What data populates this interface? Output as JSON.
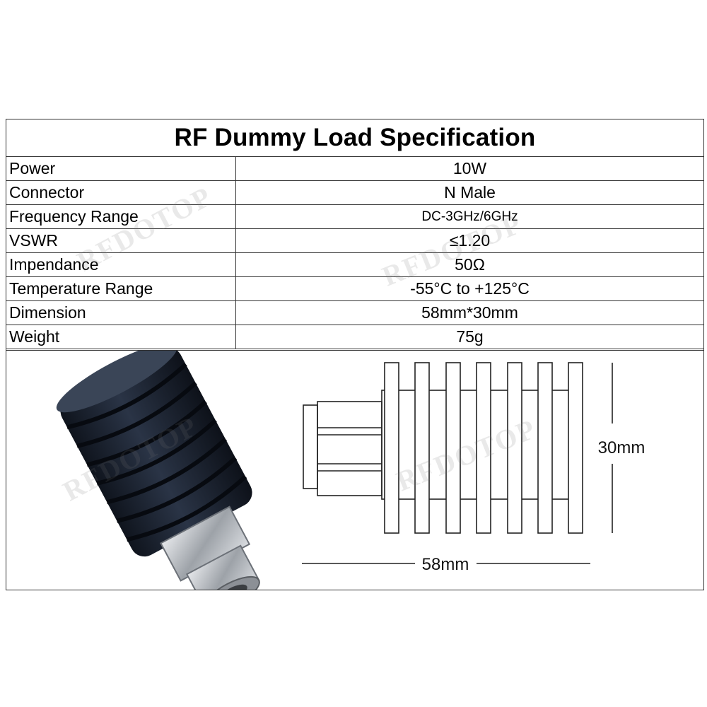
{
  "title": "RF Dummy Load Specification",
  "specs": [
    {
      "label": "Power",
      "value": "10W"
    },
    {
      "label": "Connector",
      "value": "N Male"
    },
    {
      "label": "Frequency Range",
      "value": "DC-3GHz/6GHz"
    },
    {
      "label": "VSWR",
      "value": "≤1.20"
    },
    {
      "label": "Impendance",
      "value": "50Ω"
    },
    {
      "label": "Temperature Range",
      "value": "-55°C to +125°C"
    },
    {
      "label": "Dimension",
      "value": "58mm*30mm"
    },
    {
      "label": "Weight",
      "value": "75g"
    }
  ],
  "drawing": {
    "height_label": "30mm",
    "length_label": "58mm"
  },
  "watermark": "RFDOTOP",
  "colors": {
    "border": "#333333",
    "heatsink": "#1c2330",
    "connector": "#b8bcc2"
  }
}
